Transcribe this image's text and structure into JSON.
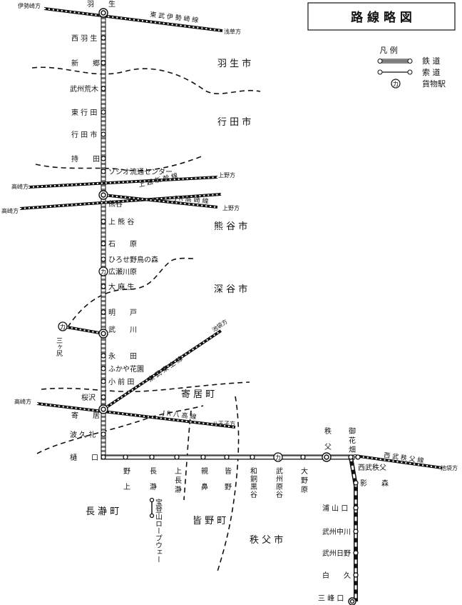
{
  "title": "路 線 略 図",
  "legend": {
    "heading": "凡 例",
    "railway": "鉄 道",
    "ropeway": "索 道",
    "freight_mark": "カ",
    "freight": "貨物駅"
  },
  "regions": {
    "hanyu": "羽 生 市",
    "gyoda": "行 田 市",
    "kumagaya": "熊 谷 市",
    "fukaya": "深 谷 市",
    "yorii": "寄 居 町",
    "nagatoro": "長 瀞 町",
    "minano": "皆 野 町",
    "chichibu": "秩 父 市"
  },
  "lines": {
    "tobu_isesaki": "東 武 伊 勢 崎 線",
    "joetsu_shinkansen": "上 越 新 幹 線",
    "jr_takasaki": "J R 高 崎 線",
    "tobu_tojo": "東 武 東 上 線",
    "jr_hachiko": "J R 八 高 線",
    "seibu_chichibu": "西 武 秩 父 線",
    "ropeway": "宝登山ロープウェー"
  },
  "directions": {
    "isesaki": "伊勢崎方",
    "asakusa": "浅草方",
    "takasaki1": "高崎方",
    "takasaki2": "高崎方",
    "ueno1": "上野方",
    "ueno2": "上野方",
    "ikebukuro1": "池袋方",
    "takasaki3": "高崎方",
    "hachioji": "八王子方",
    "ikebukuro2": "池袋方"
  },
  "stations": {
    "hanyu": "羽　　生",
    "nishi_hanyu": "西 羽 生",
    "shingo": "新　　郷",
    "bushu_araki": "武州荒木",
    "higashi_gyoda": "東 行 田",
    "gyodashi": "行 田 市",
    "mochida": "持　　田",
    "soshio": "ソシオ流通センター",
    "kumagaya": "熊谷",
    "kami_kumagaya": "上 熊 谷",
    "ishiwara": "石　　原",
    "hirose": "ひろせ野鳥の森",
    "hirosegawara": "広瀬川原",
    "oasou": "大 麻 生",
    "aketo": "明　　戸",
    "takekawa": "武　　川",
    "mikajiri": "三ヶ尻",
    "nagata": "永　　田",
    "fukaya_kaen": "ふかや花園",
    "obusada": "小 前 田",
    "sakurazawa": "桜沢",
    "yorii": "寄　　居",
    "hakuraku": "波 久 礼",
    "higuchi": "樋　　口",
    "nokami": "野上",
    "nagatoro": "長瀞",
    "kaminagatoro": "上長瀞",
    "oyahana": "親鼻",
    "minano": "皆野",
    "wadokuroya": "和銅黒谷",
    "bushu_harayaya": "武州原谷",
    "ohanabatake": "大野原",
    "chichibu": "秩父",
    "ohanabatake2": "御花畑",
    "seibu_chichibu": "西武秩父",
    "kagemori": "影　　森",
    "urayamaguchi": "浦 山 口",
    "bushu_nakagawa": "武州中川",
    "bushu_hino": "武州日野",
    "shiroku": "白　　久",
    "mitsumineguchi": "三 峰 口"
  }
}
